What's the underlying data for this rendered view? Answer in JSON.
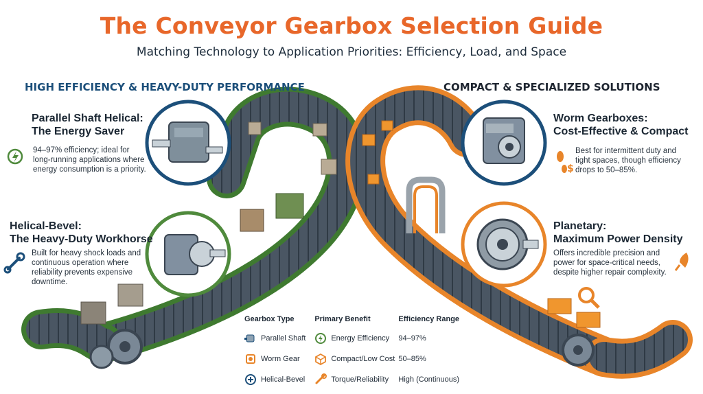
{
  "title": "The Conveyor Gearbox Selection Guide",
  "subtitle": "Matching Technology to Application Priorities: Efficiency, Load, and Space",
  "sections": {
    "left": "HIGH EFFICIENCY & HEAVY-DUTY PERFORMANCE",
    "right": "COMPACT & SPECIALIZED SOLUTIONS"
  },
  "cards": {
    "parallel": {
      "title1": "Parallel Shaft Helical:",
      "title2": "The Energy Saver",
      "desc1": "94–97% efficiency; ideal for",
      "desc2": "long-running applications where",
      "desc3": "energy consumption is a priority.",
      "icon": "lightning-icon"
    },
    "helical_bevel": {
      "title1": "Helical-Bevel:",
      "title2": "The Heavy-Duty Workhorse",
      "desc1": "Built for heavy shock loads and",
      "desc2": "continuous operation where",
      "desc3": "reliability prevents expensive",
      "desc4": "downtime.",
      "icon": "wrench-icon"
    },
    "worm": {
      "title1": "Worm Gearboxes:",
      "title2": "Cost-Effective & Compact",
      "desc1": "Best for intermittent duty and",
      "desc2": "tight spaces, though efficiency",
      "desc3": "drops to 50–85%.",
      "icon": "footprint-dollar-icon"
    },
    "planetary": {
      "title1": "Planetary:",
      "title2": "Maximum Power Density",
      "desc1": "Offers incredible precision and",
      "desc2": "power for space-critical needs,",
      "desc3": "despite higher repair complexity.",
      "icon": "rocket-icon"
    }
  },
  "table": {
    "headers": [
      "Gearbox Type",
      "Primary Benefit",
      "Efficiency Range"
    ],
    "rows": [
      {
        "type": "Parallel Shaft",
        "benefit": "Energy Efficiency",
        "range": "94–97%"
      },
      {
        "type": "Worm Gear",
        "benefit": "Compact/Low Cost",
        "range": "50–85%"
      },
      {
        "type": "Helical-Bevel",
        "benefit": "Torque/Reliability",
        "range": "High (Continuous)"
      }
    ]
  },
  "colors": {
    "title": "#e8672a",
    "green_belt": "#4f8a3c",
    "orange_belt": "#e8852a",
    "navy": "#1c4f7a",
    "belt_dark": "#2f3b47"
  }
}
